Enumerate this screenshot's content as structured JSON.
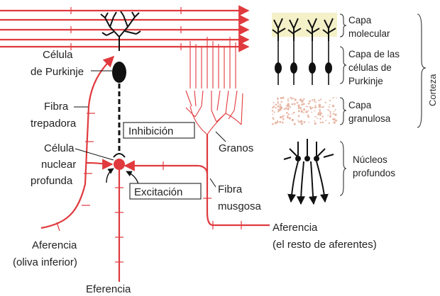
{
  "labels": {
    "purkinje_cell_line1": "Célula",
    "purkinje_cell_line2": "de Purkinje",
    "climbing_fiber_line1": "Fibra",
    "climbing_fiber_line2": "trepadora",
    "deep_nuclear_cell_line1": "Célula",
    "deep_nuclear_cell_line2": "nuclear",
    "deep_nuclear_cell_line3": "profunda",
    "inhibition": "Inhibición",
    "excitation": "Excitación",
    "granules": "Granos",
    "mossy_fiber_line1": "Fibra",
    "mossy_fiber_line2": "musgosa",
    "afference_olive_line1": "Aferencia",
    "afference_olive_line2": "(oliva inferior)",
    "afference_rest_line1": "Aferencia",
    "afference_rest_line2": "(el resto de aferentes)",
    "efference": "Eferencia"
  },
  "legend": {
    "molecular_layer_line1": "Capa",
    "molecular_layer_line2": "molecular",
    "purkinje_layer_line1": "Capa de las",
    "purkinje_layer_line2": "células de",
    "purkinje_layer_line3": "Purkinje",
    "granular_layer_line1": "Capa",
    "granular_layer_line2": "granulosa",
    "deep_nuclei_line1": "Núcleos",
    "deep_nuclei_line2": "profundos",
    "cortex": "Corteza"
  },
  "colors": {
    "fiber_red": "#e03a3e",
    "neuron_black": "#111111",
    "molecular_layer_fill": "#f4f0c8",
    "granular_layer_dots": "#e7b6a4"
  }
}
